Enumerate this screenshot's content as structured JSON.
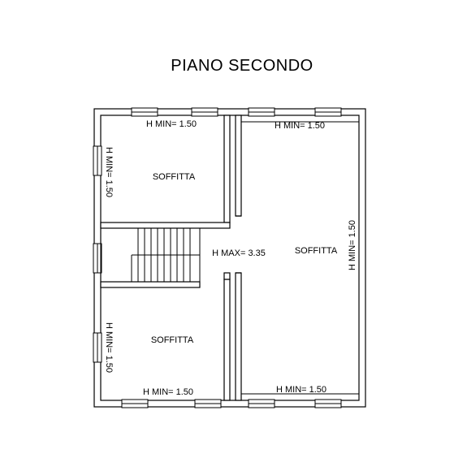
{
  "title": "PIANO SECONDO",
  "rooms": {
    "top_left": "SOFFITTA",
    "bottom_left": "SOFFITTA",
    "right": "SOFFITTA"
  },
  "heights": {
    "top_left_top": "H MIN= 1.50",
    "top_left_side": "H MIN= 1.50",
    "bottom_left_side": "H MIN= 1.50",
    "bottom_left_bottom": "H MIN= 1.50",
    "right_top": "H MIN= 1.50",
    "right_side": "H MIN= 1.50",
    "right_bottom": "H MIN= 1.50",
    "center_max": "H MAX= 3.35"
  },
  "colors": {
    "ink": "#000000",
    "wall_fill": "#ffffff"
  }
}
